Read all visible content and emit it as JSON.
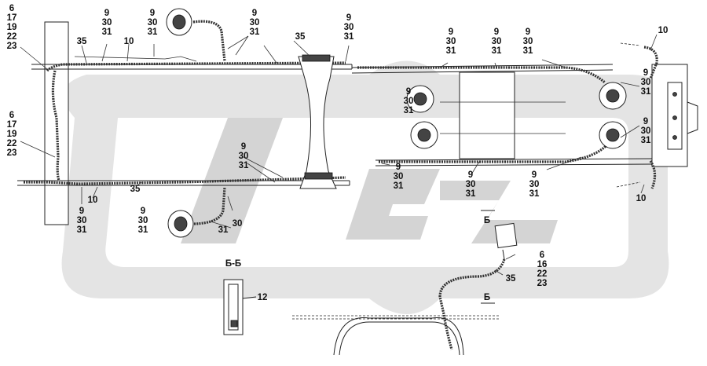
{
  "watermark": {
    "fill": "#e4e4e4",
    "shade": "#d4d4d4"
  },
  "label_color": "#111111",
  "callouts": [
    {
      "id": "c-left-top",
      "lines": [
        "6",
        "17",
        "19",
        "22",
        "23"
      ]
    },
    {
      "id": "c-left-mid",
      "lines": [
        "6",
        "17",
        "19",
        "22",
        "23"
      ]
    },
    {
      "id": "c-top-35a",
      "lines": [
        "35"
      ]
    },
    {
      "id": "c-top-9a",
      "lines": [
        "9",
        "30",
        "31"
      ]
    },
    {
      "id": "c-top-10",
      "lines": [
        "10"
      ]
    },
    {
      "id": "c-top-9b",
      "lines": [
        "9",
        "30",
        "31"
      ]
    },
    {
      "id": "c-top-9c",
      "lines": [
        "9",
        "30",
        "31"
      ]
    },
    {
      "id": "c-top-35b",
      "lines": [
        "35"
      ]
    },
    {
      "id": "c-top-9d",
      "lines": [
        "9",
        "30",
        "31"
      ]
    },
    {
      "id": "c-top-9e",
      "lines": [
        "9",
        "30",
        "31"
      ]
    },
    {
      "id": "c-top-9f",
      "lines": [
        "9",
        "30",
        "31"
      ]
    },
    {
      "id": "c-top-9g",
      "lines": [
        "9",
        "30",
        "31"
      ]
    },
    {
      "id": "c-right-10a",
      "lines": [
        "10"
      ]
    },
    {
      "id": "c-right-9a",
      "lines": [
        "9",
        "30",
        "31"
      ]
    },
    {
      "id": "c-right-9b",
      "lines": [
        "9",
        "30",
        "31"
      ]
    },
    {
      "id": "c-right-10b",
      "lines": [
        "10"
      ]
    },
    {
      "id": "c-bot-9a",
      "lines": [
        "9",
        "30",
        "31"
      ]
    },
    {
      "id": "c-bot-10",
      "lines": [
        "10"
      ]
    },
    {
      "id": "c-bot-35",
      "lines": [
        "35"
      ]
    },
    {
      "id": "c-bot-9b",
      "lines": [
        "9",
        "30",
        "31"
      ]
    },
    {
      "id": "c-bot-9c",
      "lines": [
        "9",
        "30",
        "31"
      ]
    },
    {
      "id": "c-bot-31",
      "lines": [
        "31"
      ]
    },
    {
      "id": "c-bot-30",
      "lines": [
        "30"
      ]
    },
    {
      "id": "c-mid-9a",
      "lines": [
        "9",
        "30",
        "31"
      ]
    },
    {
      "id": "c-mid-9b",
      "lines": [
        "9",
        "30",
        "31"
      ]
    },
    {
      "id": "c-mid-9c",
      "lines": [
        "9",
        "30",
        "31"
      ]
    },
    {
      "id": "c-mid-9d",
      "lines": [
        "9",
        "30",
        "31"
      ]
    },
    {
      "id": "c-section-b1",
      "lines": [
        "Б"
      ]
    },
    {
      "id": "c-section-b2",
      "lines": [
        "Б"
      ]
    },
    {
      "id": "c-detail-6",
      "lines": [
        "6",
        "16",
        "22",
        "23"
      ]
    },
    {
      "id": "c-detail-35",
      "lines": [
        "35"
      ]
    },
    {
      "id": "c-bb-title",
      "lines": [
        "Б-Б"
      ]
    },
    {
      "id": "c-bb-12",
      "lines": [
        "12"
      ]
    }
  ]
}
